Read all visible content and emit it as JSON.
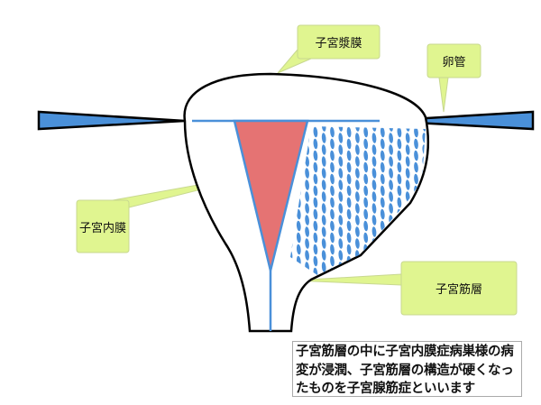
{
  "labels": {
    "serosa": "子宮漿膜",
    "fallopian_tube": "卵管",
    "endometrium": "子宮内膜",
    "myometrium": "子宮筋層"
  },
  "note": "子宮筋層の中に子宮内膜症病巣様の病変が浸潤、子宮筋層の構造が硬くなったものを子宮腺筋症といいます",
  "colors": {
    "callout": "#e0f590",
    "tube": "#4a90d9",
    "endometrium": "#e57373",
    "lesion": "#4a90d9",
    "outline": "#000000"
  }
}
